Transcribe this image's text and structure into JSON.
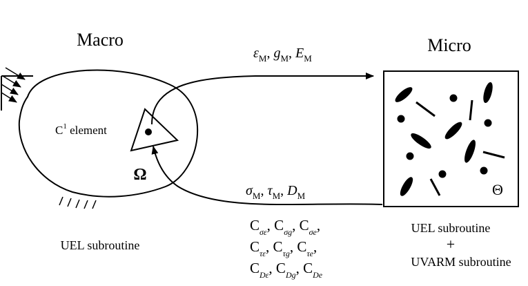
{
  "macro": {
    "title": "Macro",
    "element_label_main": "C",
    "element_label_sup": "1",
    "element_label_rest": " element",
    "domain_symbol": "Ω",
    "subroutine": "UEL subroutine"
  },
  "micro": {
    "title": "Micro",
    "domain_symbol": "Θ",
    "subroutine_line1": "UEL subroutine",
    "subroutine_plus": "+",
    "subroutine_line2": "UVARM subroutine"
  },
  "to_micro_arrow": {
    "quantities": [
      {
        "sym": "ε",
        "sub": "M",
        "sep": ", "
      },
      {
        "sym": "g",
        "sub": "M",
        "sep": ", "
      },
      {
        "sym": "E",
        "sub": "M",
        "sep": ""
      }
    ]
  },
  "to_macro_arrow": {
    "quantities": [
      {
        "sym": "σ",
        "sub": "M",
        "sep": ", "
      },
      {
        "sym": "τ",
        "sub": "M",
        "sep": ", "
      },
      {
        "sym": "D",
        "sub": "M",
        "sep": ""
      }
    ]
  },
  "tangents": {
    "rows": [
      [
        {
          "base": "C",
          "sub": "σε",
          "sep": ","
        },
        {
          "base": "C",
          "sub": "σg",
          "sep": ","
        },
        {
          "base": "C",
          "sub": "σe",
          "sep": ","
        }
      ],
      [
        {
          "base": "C",
          "sub": "τε",
          "sep": ","
        },
        {
          "base": "C",
          "sub": "τg",
          "sep": ","
        },
        {
          "base": "C",
          "sub": "τe",
          "sep": ","
        }
      ],
      [
        {
          "base": "C",
          "sub": "Dε",
          "sep": ","
        },
        {
          "base": "C",
          "sub": "Dg",
          "sep": ","
        },
        {
          "base": "C",
          "sub": "De",
          "sep": ""
        }
      ]
    ]
  }
}
